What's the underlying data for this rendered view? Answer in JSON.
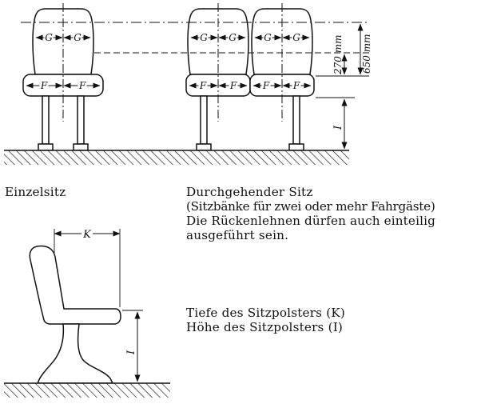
{
  "figure": {
    "front_view": {
      "g_label": "G",
      "f_label": "F",
      "dim_650": "650 mm",
      "dim_270": "270 mm",
      "dim_i": "I"
    },
    "side_view": {
      "k_label": "K",
      "i_label": "I"
    },
    "captions": {
      "single_seat": "Einzelsitz",
      "bench_title": "Durchgehender Sitz",
      "bench_line2": "(Sitzbänke für zwei oder mehr Fahrgäste)",
      "bench_line3": "Die Rückenlehnen dürfen auch einteilig",
      "bench_line4": "ausgeführt sein.",
      "depth_note": "Tiefe des Sitzpolsters (K)",
      "height_note": "Höhe des Sitzpolsters (I)"
    }
  }
}
